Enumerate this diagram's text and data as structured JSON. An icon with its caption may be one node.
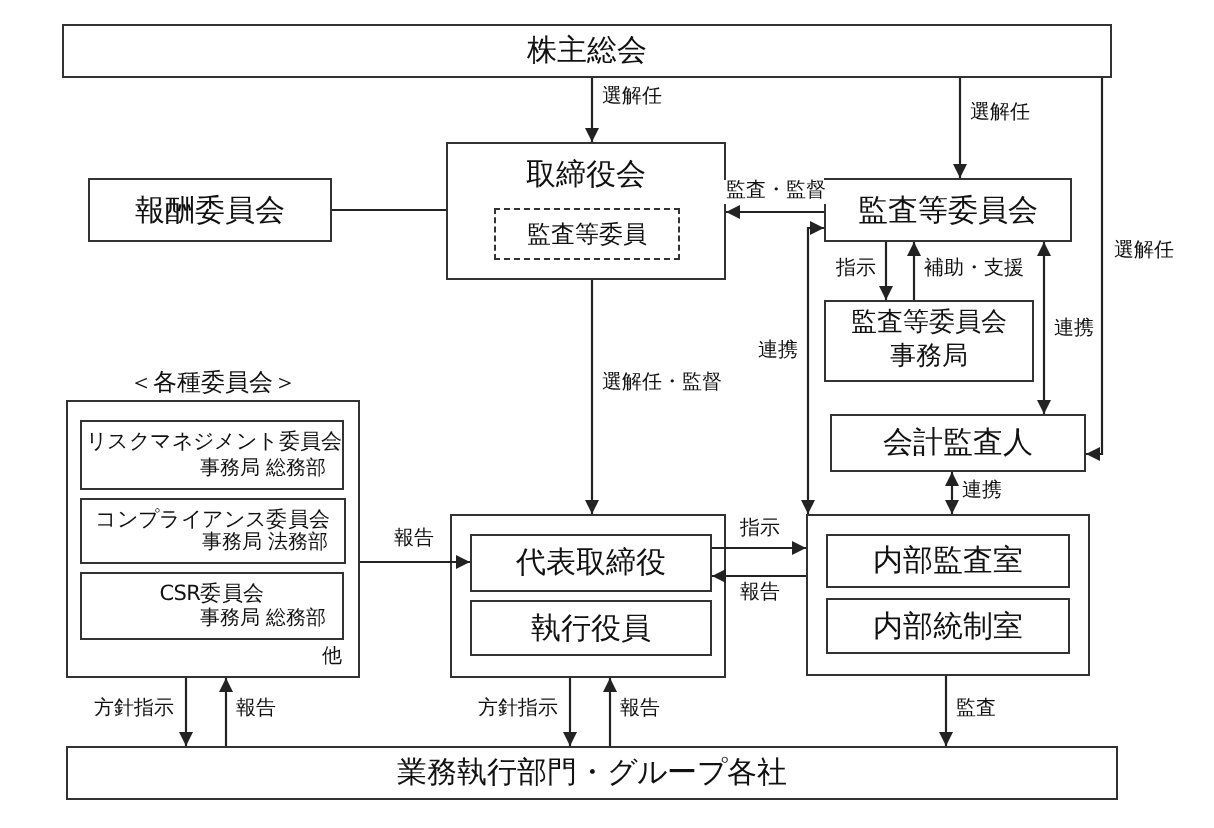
{
  "diagram": {
    "nodes": [
      {
        "text": [
          "株主総会"
        ]
      },
      {
        "text": [
          "取締役会"
        ]
      },
      {
        "text": [
          "監査等委員"
        ],
        "in": 1
      },
      {
        "text": [
          "報酬委員会"
        ]
      },
      {
        "text": [
          "監査等委員会"
        ]
      },
      {
        "text": [
          "監査等委員会事務局"
        ]
      },
      {
        "text": [
          "会計監査人"
        ]
      },
      {
        "text": [
          "＜各種委員会＞",
          "他"
        ]
      },
      {
        "text": [
          "リスクマネジメント委員会",
          "事務局 総務部"
        ],
        "in": 7
      },
      {
        "text": [
          "コンプライアンス委員会",
          "事務局 法務部"
        ],
        "in": 7
      },
      {
        "text": [
          "CSR委員会",
          "事務局 総務部"
        ],
        "in": 7
      },
      {
        "text": [],
        "shape": "box"
      },
      {
        "text": [
          "代表取締役"
        ],
        "in": 11
      },
      {
        "text": [
          "執行役員"
        ],
        "in": 11
      },
      {
        "text": [],
        "shape": "box"
      },
      {
        "text": [
          "内部監査室"
        ],
        "in": 14
      },
      {
        "text": [
          "内部統制室"
        ],
        "in": 14
      },
      {
        "text": [
          "業務執行部門・グループ各社"
        ]
      }
    ],
    "edges": [
      {
        "from": 0,
        "to": 1,
        "arrow": "to",
        "label": "選解任"
      },
      {
        "from": 0,
        "to": 4,
        "arrow": "to",
        "label": "選解任"
      },
      {
        "from": 0,
        "to": 6,
        "arrow": "to",
        "label": "選解任"
      },
      {
        "from": 3,
        "to": 1,
        "arrow": "none"
      },
      {
        "from": 4,
        "to": 1,
        "arrow": "to",
        "label": "監査・監督"
      },
      {
        "from": 4,
        "to": 5,
        "arrow": "to",
        "label": "指示"
      },
      {
        "from": 5,
        "to": 4,
        "arrow": "to",
        "label": "補助・支援"
      },
      {
        "from": 4,
        "to": 6,
        "arrow": "both",
        "label": "連携"
      },
      {
        "from": 4,
        "to": 14,
        "arrow": "both",
        "label": "連携"
      },
      {
        "from": 6,
        "to": 14,
        "arrow": "both",
        "label": "連携"
      },
      {
        "from": 1,
        "to": 11,
        "arrow": "to",
        "label": "選解任・監督"
      },
      {
        "from": 7,
        "to": 12,
        "arrow": "to",
        "label": "報告"
      },
      {
        "from": 12,
        "to": 14,
        "arrow": "to",
        "label": "指示"
      },
      {
        "from": 14,
        "to": 12,
        "arrow": "to",
        "label": "報告"
      },
      {
        "from": 7,
        "to": 17,
        "arrow": "to",
        "label": "方針指示"
      },
      {
        "from": 17,
        "to": 7,
        "arrow": "to",
        "label": "報告"
      },
      {
        "from": 11,
        "to": 17,
        "arrow": "to",
        "label": "方針指示"
      },
      {
        "from": 17,
        "to": 11,
        "arrow": "to",
        "label": "報告"
      },
      {
        "from": 14,
        "to": 17,
        "arrow": "to",
        "label": "監査"
      }
    ]
  }
}
